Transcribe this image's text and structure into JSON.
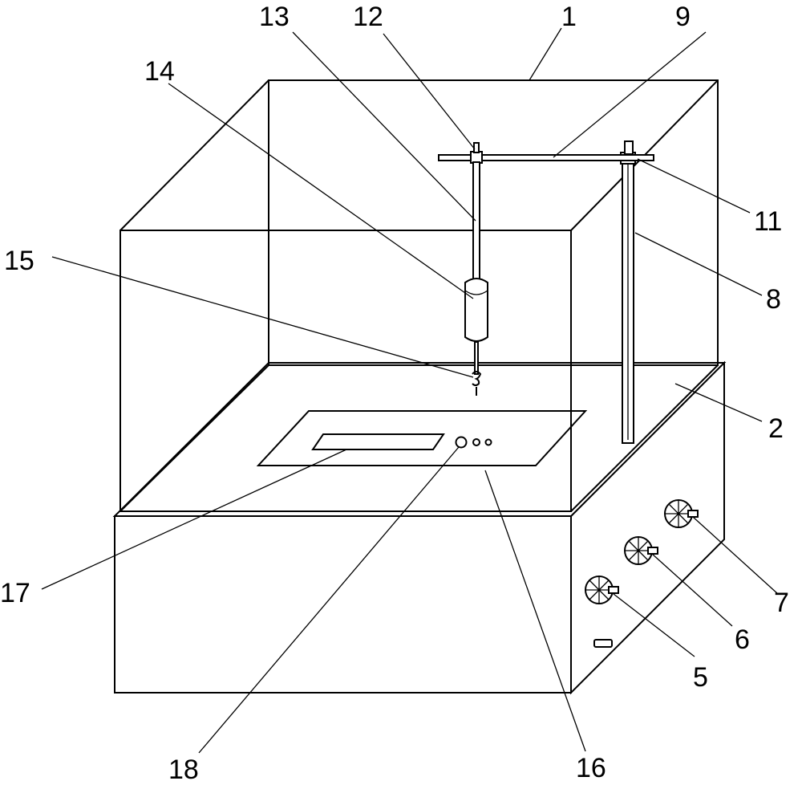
{
  "labels": [
    "1",
    "2",
    "5",
    "6",
    "7",
    "8",
    "9",
    "11",
    "12",
    "13",
    "14",
    "15",
    "16",
    "17",
    "18"
  ],
  "colors": {
    "ink": "#000000",
    "paper": "#ffffff"
  }
}
